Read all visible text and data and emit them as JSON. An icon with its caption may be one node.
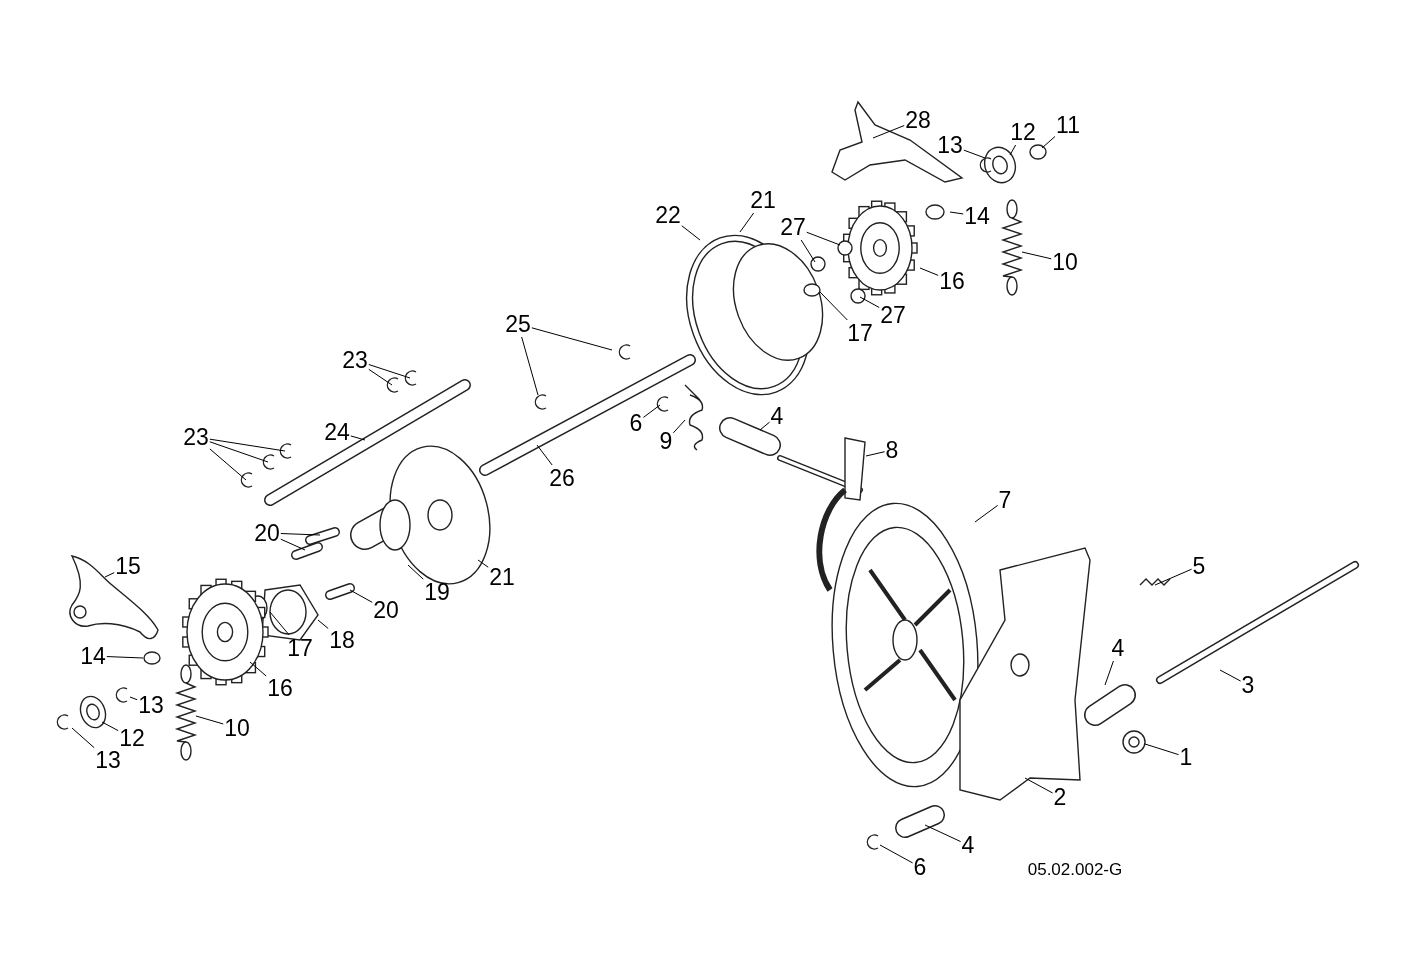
{
  "diagram": {
    "nodes": [
      {
        "text": [
          "28"
        ]
      },
      {
        "text": [
          "13"
        ]
      },
      {
        "text": [
          "12"
        ]
      },
      {
        "text": [
          "11"
        ]
      },
      {
        "text": [
          "22"
        ]
      },
      {
        "text": [
          "21"
        ]
      },
      {
        "text": [
          "27"
        ]
      },
      {
        "text": [
          "14"
        ]
      },
      {
        "text": [
          "10"
        ]
      },
      {
        "text": [
          "16"
        ]
      },
      {
        "text": [
          "17"
        ]
      },
      {
        "text": [
          "27"
        ]
      },
      {
        "text": [
          "25"
        ]
      },
      {
        "text": [
          "23"
        ]
      },
      {
        "text": [
          "6"
        ]
      },
      {
        "text": [
          "9"
        ]
      },
      {
        "text": [
          "4"
        ]
      },
      {
        "text": [
          "24"
        ]
      },
      {
        "text": [
          "23"
        ]
      },
      {
        "text": [
          "8"
        ]
      },
      {
        "text": [
          "26"
        ]
      },
      {
        "text": [
          "7"
        ]
      },
      {
        "text": [
          "20"
        ]
      },
      {
        "text": [
          "5"
        ]
      },
      {
        "text": [
          "15"
        ]
      },
      {
        "text": [
          "19"
        ]
      },
      {
        "text": [
          "21"
        ]
      },
      {
        "text": [
          "20"
        ]
      },
      {
        "text": [
          "18"
        ]
      },
      {
        "text": [
          "17"
        ]
      },
      {
        "text": [
          "14"
        ]
      },
      {
        "text": [
          "16"
        ]
      },
      {
        "text": [
          "4"
        ]
      },
      {
        "text": [
          "3"
        ]
      },
      {
        "text": [
          "13"
        ]
      },
      {
        "text": [
          "12"
        ]
      },
      {
        "text": [
          "10"
        ]
      },
      {
        "text": [
          "1"
        ]
      },
      {
        "text": [
          "13"
        ]
      },
      {
        "text": [
          "2"
        ]
      },
      {
        "text": [
          "4"
        ]
      },
      {
        "text": [
          "6"
        ]
      }
    ],
    "edges": [
      {
        "from": 0,
        "to": null,
        "arrow": "none"
      },
      {
        "from": 1,
        "to": null,
        "arrow": "none"
      },
      {
        "from": 2,
        "to": null,
        "arrow": "none"
      },
      {
        "from": 3,
        "to": null,
        "arrow": "none"
      },
      {
        "from": 4,
        "to": null,
        "arrow": "none"
      },
      {
        "from": 5,
        "to": null,
        "arrow": "none"
      },
      {
        "from": 6,
        "to": null,
        "arrow": "none"
      },
      {
        "from": 6,
        "to": null,
        "arrow": "none"
      },
      {
        "from": 7,
        "to": null,
        "arrow": "none"
      },
      {
        "from": 8,
        "to": null,
        "arrow": "none"
      },
      {
        "from": 9,
        "to": null,
        "arrow": "none"
      },
      {
        "from": 10,
        "to": null,
        "arrow": "none"
      },
      {
        "from": 11,
        "to": null,
        "arrow": "none"
      },
      {
        "from": 12,
        "to": null,
        "arrow": "none"
      },
      {
        "from": 12,
        "to": null,
        "arrow": "none"
      },
      {
        "from": 13,
        "to": null,
        "arrow": "none"
      },
      {
        "from": 13,
        "to": null,
        "arrow": "none"
      },
      {
        "from": 14,
        "to": null,
        "arrow": "none"
      },
      {
        "from": 15,
        "to": null,
        "arrow": "none"
      },
      {
        "from": 16,
        "to": null,
        "arrow": "none"
      },
      {
        "from": 17,
        "to": null,
        "arrow": "none"
      },
      {
        "from": 18,
        "to": null,
        "arrow": "none"
      },
      {
        "from": 18,
        "to": null,
        "arrow": "none"
      },
      {
        "from": 18,
        "to": null,
        "arrow": "none"
      },
      {
        "from": 19,
        "to": null,
        "arrow": "none"
      },
      {
        "from": 20,
        "to": null,
        "arrow": "none"
      },
      {
        "from": 21,
        "to": null,
        "arrow": "none"
      },
      {
        "from": 22,
        "to": null,
        "arrow": "none"
      },
      {
        "from": 22,
        "to": null,
        "arrow": "none"
      },
      {
        "from": 23,
        "to": null,
        "arrow": "none"
      },
      {
        "from": 24,
        "to": null,
        "arrow": "none"
      },
      {
        "from": 25,
        "to": null,
        "arrow": "none"
      },
      {
        "from": 26,
        "to": null,
        "arrow": "none"
      },
      {
        "from": 27,
        "to": null,
        "arrow": "none"
      },
      {
        "from": 28,
        "to": null,
        "arrow": "none"
      },
      {
        "from": 29,
        "to": null,
        "arrow": "none"
      },
      {
        "from": 30,
        "to": null,
        "arrow": "none"
      },
      {
        "from": 31,
        "to": null,
        "arrow": "none"
      },
      {
        "from": 32,
        "to": null,
        "arrow": "none"
      },
      {
        "from": 33,
        "to": null,
        "arrow": "none"
      },
      {
        "from": 34,
        "to": null,
        "arrow": "none"
      },
      {
        "from": 35,
        "to": null,
        "arrow": "none"
      },
      {
        "from": 36,
        "to": null,
        "arrow": "none"
      },
      {
        "from": 37,
        "to": null,
        "arrow": "none"
      },
      {
        "from": 38,
        "to": null,
        "arrow": "none"
      },
      {
        "from": 39,
        "to": null,
        "arrow": "none"
      },
      {
        "from": 40,
        "to": null,
        "arrow": "none"
      },
      {
        "from": 41,
        "to": null,
        "arrow": "none"
      }
    ],
    "labels": [
      "05.02.002-G"
    ]
  }
}
